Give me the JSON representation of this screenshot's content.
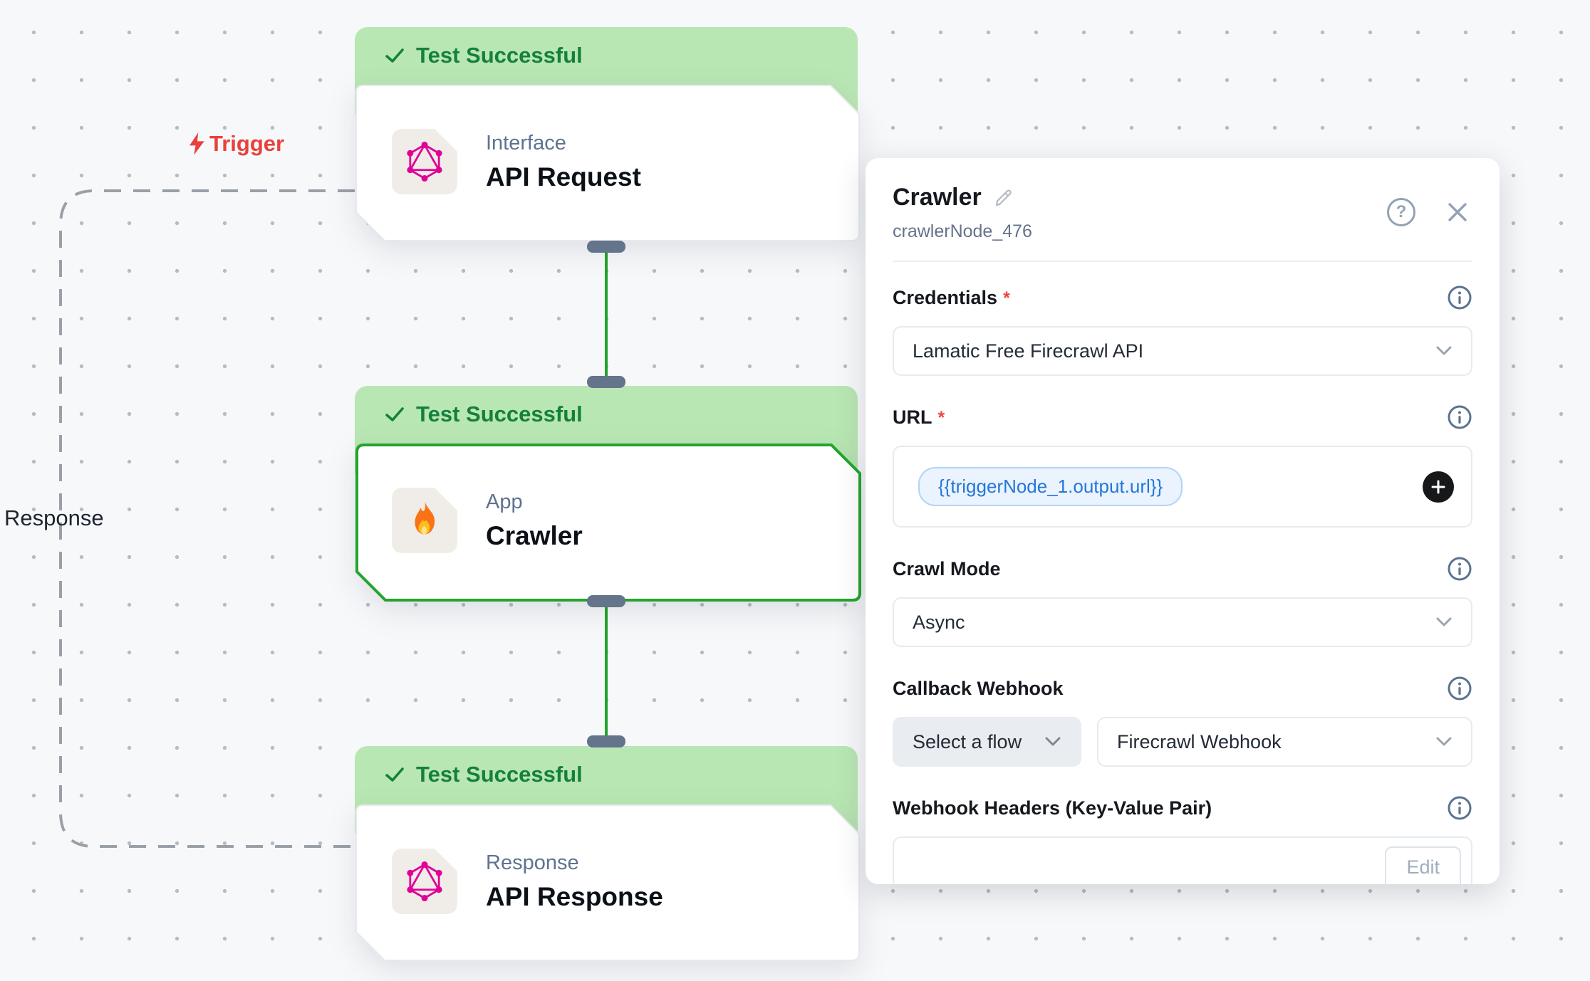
{
  "canvas": {
    "trigger_label": "Trigger",
    "response_label": "Response",
    "nodes": [
      {
        "status": "Test Successful",
        "category": "Interface",
        "title": "API Request"
      },
      {
        "status": "Test Successful",
        "category": "App",
        "title": "Crawler"
      },
      {
        "status": "Test Successful",
        "category": "Response",
        "title": "API Response"
      }
    ]
  },
  "panel": {
    "title": "Crawler",
    "node_id": "crawlerNode_476",
    "help_glyph": "?",
    "credentials": {
      "label": "Credentials",
      "required": "*",
      "value": "Lamatic Free Firecrawl API"
    },
    "url": {
      "label": "URL",
      "required": "*",
      "chip": "{{triggerNode_1.output.url}}"
    },
    "crawl_mode": {
      "label": "Crawl Mode",
      "value": "Async"
    },
    "callback_webhook": {
      "label": "Callback Webhook",
      "flow_select": "Select a flow",
      "value": "Firecrawl Webhook"
    },
    "webhook_headers": {
      "label": "Webhook Headers (Key-Value Pair)",
      "edit_label": "Edit"
    }
  },
  "colors": {
    "banner_bg": "#b9e7b3",
    "banner_text": "#15803d",
    "selected_border": "#23a42c",
    "connector_green": "#23a42c",
    "handle_gray": "#64748b",
    "trigger_red": "#e8413d",
    "chip_text": "#2477d8",
    "graphql_pink": "#e10098"
  }
}
